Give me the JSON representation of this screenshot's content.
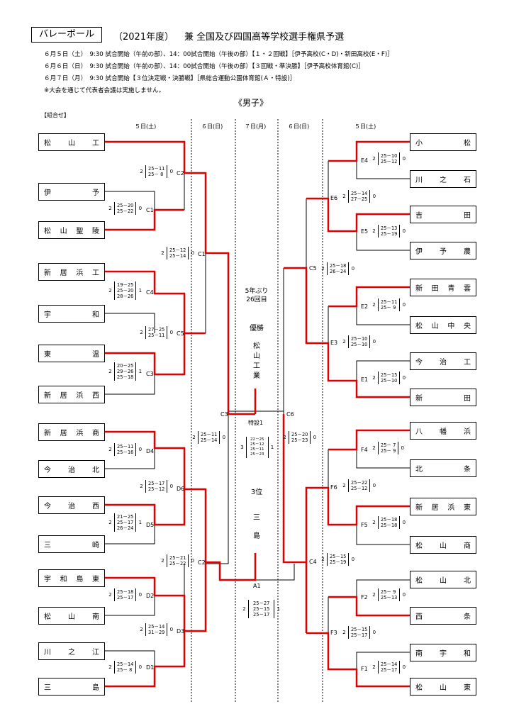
{
  "header": {
    "sport": "バレーボール",
    "year": "（2021年度）",
    "title": "兼 全国及び四国高等学校選手権県予選"
  },
  "schedule": [
    "６月５日（土）　9:30 試合開始（午前の部）、14：00試合開始（午後の部）【１・２回戦】［伊予高校(C・D)・新田高校(E・F)］",
    "６月６日（日）　9:30 試合開始（午前の部）、14：00試合開始（午後の部）【３回戦・準決勝】［伊予高校体育館(C)］",
    "６月７日（月）　9:30 試合開始【３位決定戦・決勝戦】［県総合運動公園体育館(Ａ・特設)］",
    "※大会を通じて代表者会議は実施しません。"
  ],
  "division": "《男子》",
  "pairing_label": "【組合せ】",
  "days": {
    "d5_left": "５日(土)",
    "d6_left": "６日(日)",
    "d7": "７日(月)",
    "d6_right": "６日(日)",
    "d5_right": "５日(土)"
  },
  "left_teams": [
    "松山工",
    "伊予",
    "松山聖陵",
    "新居浜工",
    "宇和",
    "東温",
    "新居浜西",
    "新居浜商",
    "今治北",
    "今治西",
    "三崎",
    "宇和島東",
    "松山南",
    "川之江",
    "三島"
  ],
  "right_teams": [
    "小松",
    "川之石",
    "吉田",
    "伊予農",
    "新田青雲",
    "松山中央",
    "今治工",
    "新田",
    "八幡浜",
    "北条",
    "新居浜東",
    "松山商",
    "松山北",
    "西条",
    "南宇和",
    "松山東"
  ],
  "courts": {
    "C1a": "C1",
    "C2a": "C2",
    "C4": "C4",
    "C5a": "C5",
    "C3": "C3",
    "C1b": "C1",
    "C2b": "C2",
    "C3b": "C3",
    "C6": "C6",
    "D4": "D4",
    "D6": "D6",
    "D5": "D5",
    "D2": "D2",
    "D3": "D3",
    "D1": "D1",
    "E4": "E4",
    "E6": "E6",
    "E5": "E5",
    "C5b": "C5",
    "E2": "E2",
    "E3": "E3",
    "E1": "E1",
    "F4": "F4",
    "F6": "F6",
    "F5": "F5",
    "C4b": "C4",
    "F2": "F2",
    "F3": "F3",
    "F1": "F1",
    "special": "特設1",
    "A1": "A1"
  },
  "scores": {
    "C1": {
      "l": "2",
      "r": "0",
      "sets": [
        "25－20",
        "25－22"
      ]
    },
    "C2": {
      "l": "2",
      "r": "0",
      "sets": [
        "25－11",
        "25－ 8"
      ]
    },
    "C4": {
      "l": "2",
      "r": "1",
      "sets": [
        "19－25",
        "25－20",
        "28－26"
      ]
    },
    "C5": {
      "l": "2",
      "r": "0",
      "sets": [
        "27－25",
        "25－11"
      ]
    },
    "C3": {
      "l": "2",
      "r": "1",
      "sets": [
        "20－25",
        "29－26",
        "25－18"
      ]
    },
    "C1r": {
      "l": "2",
      "r": "0",
      "sets": [
        "25－12",
        "25－14"
      ]
    },
    "D4": {
      "l": "2",
      "r": "0",
      "sets": [
        "25－11",
        "25－16"
      ]
    },
    "D6": {
      "l": "2",
      "r": "0",
      "sets": [
        "25－17",
        "25－12"
      ]
    },
    "D5": {
      "l": "2",
      "r": "1",
      "sets": [
        "21－25",
        "25－17",
        "26－24"
      ]
    },
    "D2": {
      "l": "2",
      "r": "0",
      "sets": [
        "25－18",
        "25－17"
      ]
    },
    "D3": {
      "l": "2",
      "r": "0",
      "sets": [
        "25－14",
        "31－29"
      ]
    },
    "D1": {
      "l": "2",
      "r": "0",
      "sets": [
        "25－14",
        "25－ 8"
      ]
    },
    "C2r": {
      "l": "2",
      "r": "0",
      "sets": [
        "25－21",
        "25－22"
      ]
    },
    "C3r": {
      "l": "2",
      "r": "0",
      "sets": [
        "25－11",
        "25－14"
      ]
    },
    "E4": {
      "l": "2",
      "r": "0",
      "sets": [
        "25－10",
        "25－12"
      ]
    },
    "E6": {
      "l": "2",
      "r": "0",
      "sets": [
        "25－14",
        "27－25"
      ]
    },
    "E5": {
      "l": "2",
      "r": "0",
      "sets": [
        "25－13",
        "25－19"
      ]
    },
    "C5r": {
      "l": "2",
      "r": "0",
      "sets": [
        "25－18",
        "26－24"
      ]
    },
    "E2": {
      "l": "2",
      "r": "0",
      "sets": [
        "25－11",
        "25－ 9"
      ]
    },
    "E3": {
      "l": "2",
      "r": "0",
      "sets": [
        "25－10",
        "25－10"
      ]
    },
    "E1": {
      "l": "2",
      "r": "0",
      "sets": [
        "25－15",
        "25－10"
      ]
    },
    "C6r": {
      "l": "2",
      "r": "0",
      "sets": [
        "25－20",
        "25－23"
      ]
    },
    "F4": {
      "l": "2",
      "r": "0",
      "sets": [
        "25－ 7",
        "25－ 9"
      ]
    },
    "F6": {
      "l": "2",
      "r": "0",
      "sets": [
        "25－22",
        "25－12"
      ]
    },
    "F5": {
      "l": "2",
      "r": "0",
      "sets": [
        "25－18",
        "25－18"
      ]
    },
    "C4r": {
      "l": "2",
      "r": "0",
      "sets": [
        "25－15",
        "25－19"
      ]
    },
    "F2": {
      "l": "2",
      "r": "0",
      "sets": [
        "25－ 9",
        "25－13"
      ]
    },
    "F3": {
      "l": "2",
      "r": "0",
      "sets": [
        "25－15",
        "25－17"
      ]
    },
    "F1": {
      "l": "2",
      "r": "0",
      "sets": [
        "25－14",
        "25－17"
      ]
    },
    "final": {
      "l": "3",
      "r": "1",
      "sets": [
        "22－25",
        "25－12",
        "25－11",
        "25－23"
      ]
    },
    "third": {
      "l": "2",
      "r": "1",
      "sets": [
        "25－27",
        "25－15",
        "25－17"
      ]
    }
  },
  "center": {
    "streak": "5年ぶり",
    "count": "26回目",
    "champion_label": "優勝",
    "champion": "松山工業",
    "third_label": "3位",
    "third": "三島"
  }
}
